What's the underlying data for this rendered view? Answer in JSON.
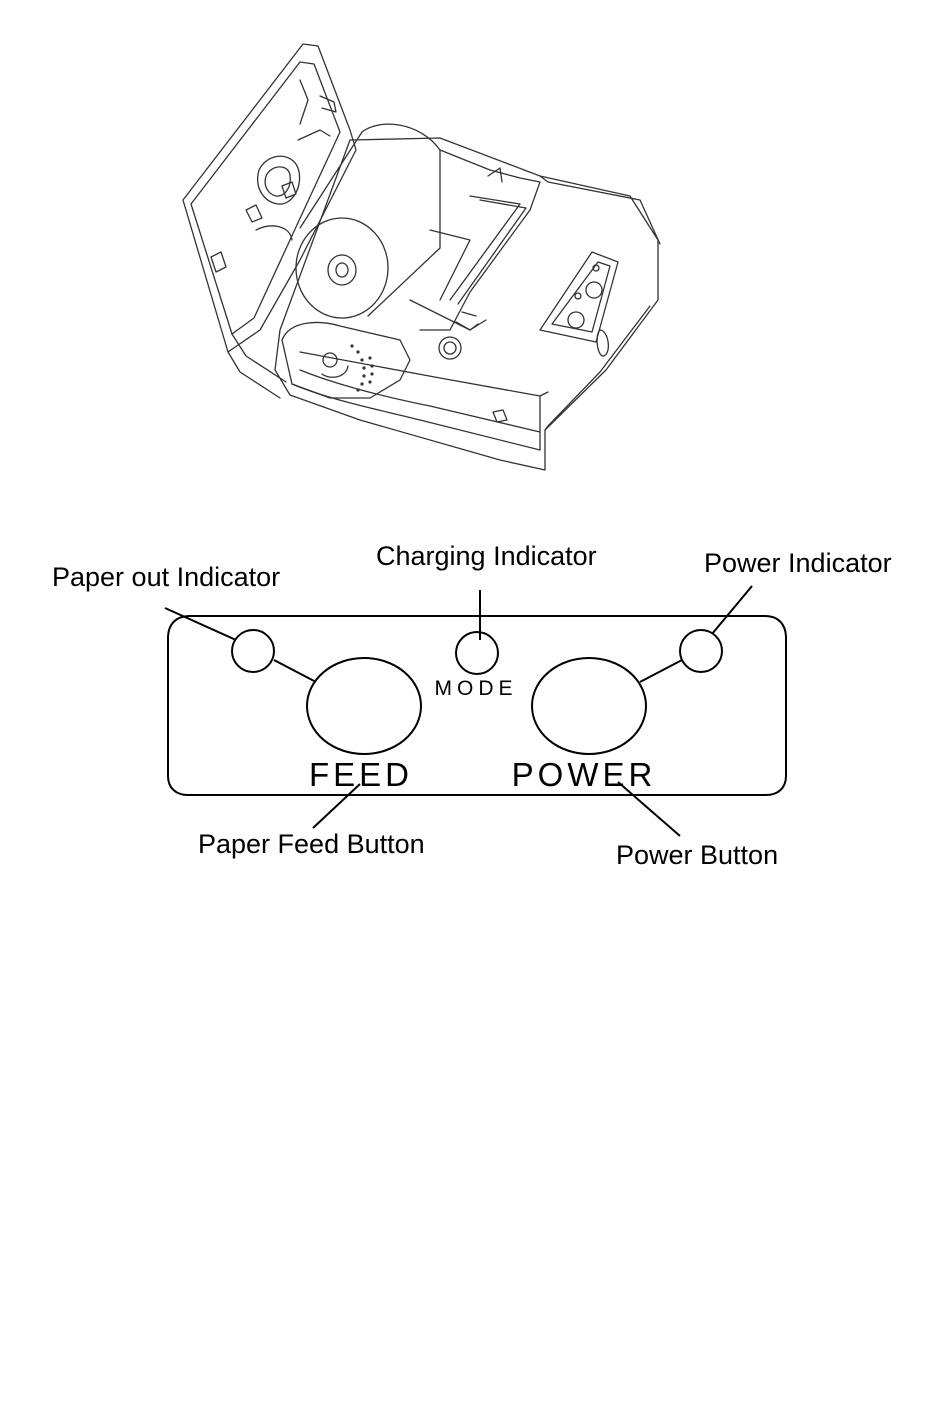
{
  "callouts": {
    "paper_out_indicator": "Paper out Indicator",
    "charging_indicator": "Charging Indicator",
    "power_indicator": "Power Indicator",
    "paper_feed_button": "Paper Feed Button",
    "power_button": "Power Button"
  },
  "panel": {
    "mode_label": "MODE",
    "feed_label": "FEED",
    "power_label": "POWER"
  },
  "colors": {
    "line": "#000000",
    "light_line": "#555555",
    "background": "#ffffff"
  }
}
